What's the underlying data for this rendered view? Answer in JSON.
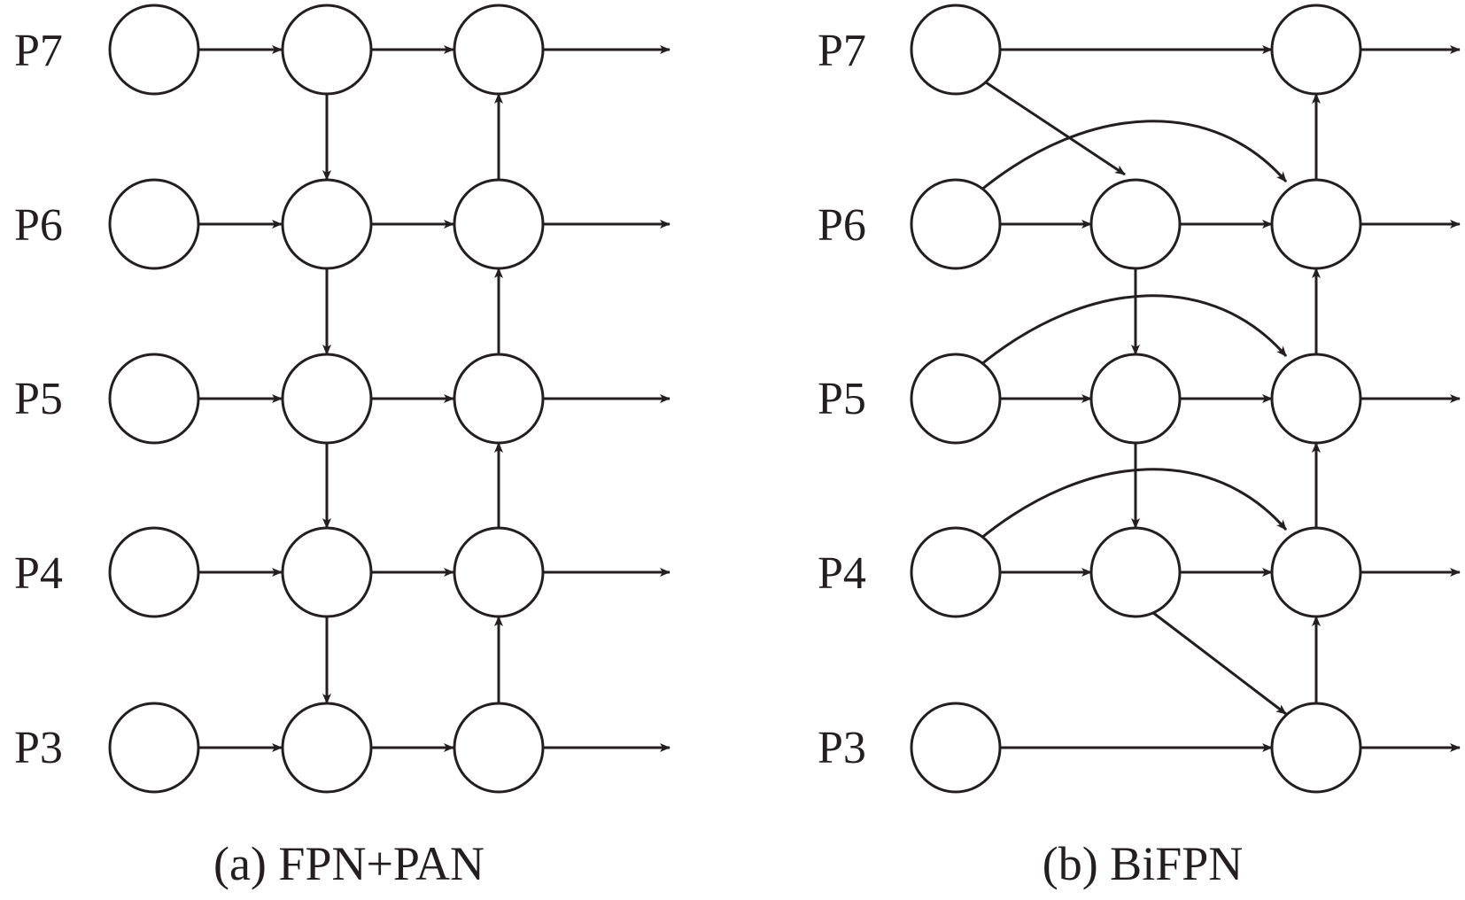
{
  "panels": [
    {
      "caption": "(a) FPN+PAN",
      "levels": [
        "P7",
        "P6",
        "P5",
        "P4",
        "P3"
      ]
    },
    {
      "caption": "(b) BiFPN",
      "levels": [
        "P7",
        "P6",
        "P5",
        "P4",
        "P3"
      ]
    }
  ],
  "colors": {
    "stroke": "#231f20",
    "background": "#ffffff"
  }
}
